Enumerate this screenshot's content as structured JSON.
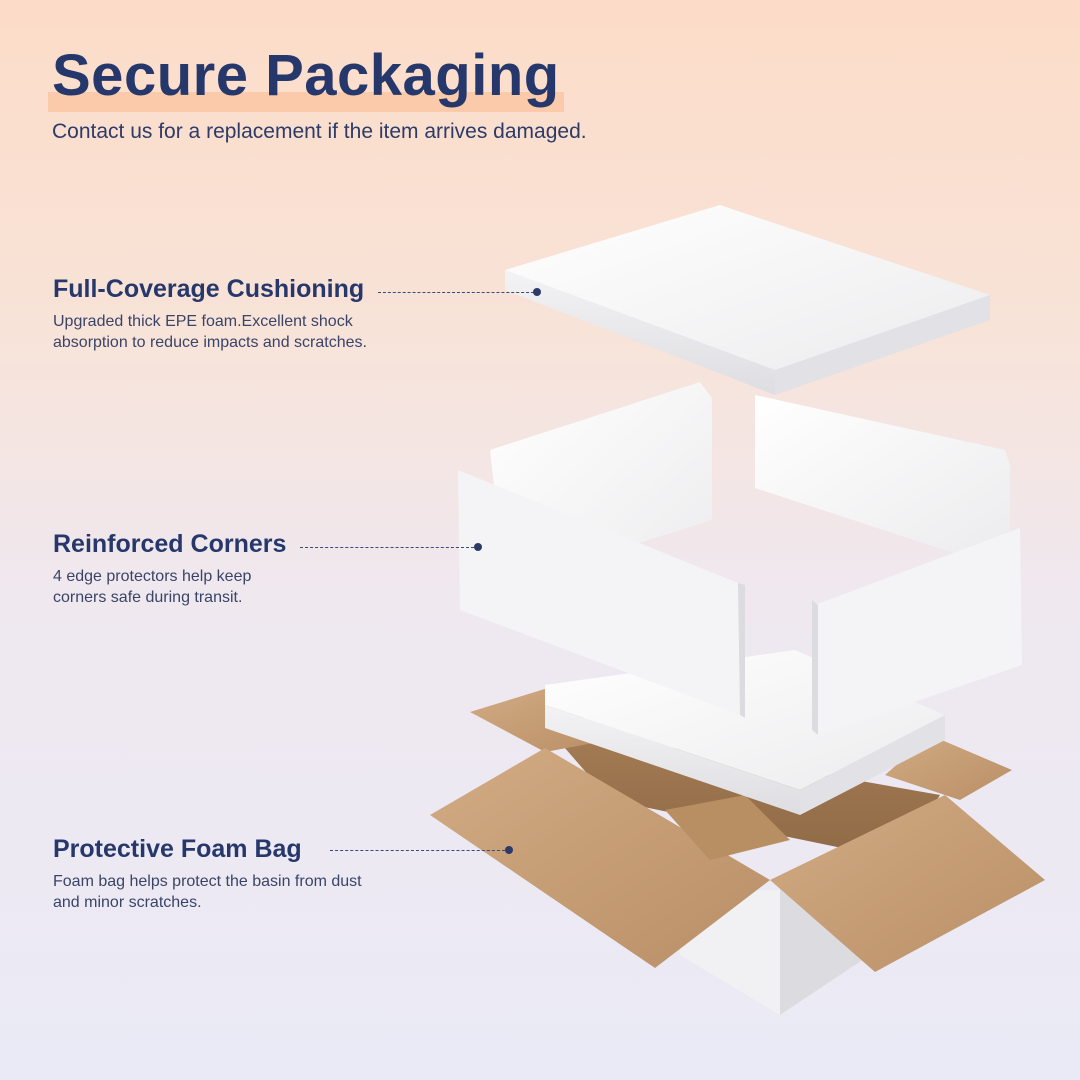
{
  "header": {
    "title": "Secure Packaging",
    "subtitle": "Contact us for a replacement if the item arrives damaged."
  },
  "features": [
    {
      "heading": "Full-Coverage Cushioning",
      "description": "Upgraded thick EPE foam.Excellent shock absorption to reduce impacts and scratches."
    },
    {
      "heading": "Reinforced Corners",
      "description": "4 edge protectors help keep corners safe during transit."
    },
    {
      "heading": "Protective Foam Bag",
      "description": "Foam bag helps protect the basin from dust and minor scratches."
    }
  ],
  "colors": {
    "heading": "#26386b",
    "highlight": "#f9c7a5",
    "cardboard": "#c9a07a",
    "foam": "#f7f7f8"
  }
}
